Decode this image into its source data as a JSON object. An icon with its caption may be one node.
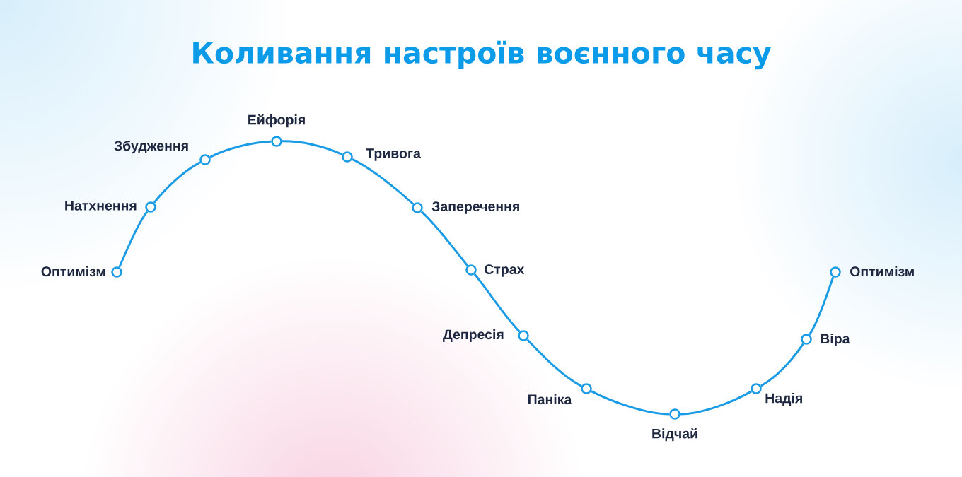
{
  "diagram": {
    "title": "Коливання настроїв воєнного часу",
    "nodes": [
      {
        "text": [],
        "shape": "circle",
        "beside": [
          "Оптимізм"
        ]
      },
      {
        "text": [],
        "shape": "circle",
        "beside": [
          "Натхнення"
        ]
      },
      {
        "text": [],
        "shape": "circle",
        "beside": [
          "Збудження"
        ]
      },
      {
        "text": [],
        "shape": "circle",
        "beside": [
          "Ейфорія"
        ]
      },
      {
        "text": [],
        "shape": "circle",
        "beside": [
          "Тривога"
        ]
      },
      {
        "text": [],
        "shape": "circle",
        "beside": [
          "Заперечення"
        ]
      },
      {
        "text": [],
        "shape": "circle",
        "beside": [
          "Страх"
        ]
      },
      {
        "text": [],
        "shape": "circle",
        "beside": [
          "Депресія"
        ]
      },
      {
        "text": [],
        "shape": "circle",
        "beside": [
          "Паніка"
        ]
      },
      {
        "text": [],
        "shape": "circle",
        "beside": [
          "Відчай"
        ]
      },
      {
        "text": [],
        "shape": "circle",
        "beside": [
          "Надія"
        ]
      },
      {
        "text": [],
        "shape": "circle",
        "beside": [
          "Віра"
        ]
      },
      {
        "text": [],
        "shape": "circle",
        "beside": [
          "Оптимізм"
        ]
      }
    ],
    "edges": [
      {
        "from": 0,
        "to": 1,
        "arrow": "none"
      },
      {
        "from": 1,
        "to": 2,
        "arrow": "none"
      },
      {
        "from": 2,
        "to": 3,
        "arrow": "none"
      },
      {
        "from": 3,
        "to": 4,
        "arrow": "none"
      },
      {
        "from": 4,
        "to": 5,
        "arrow": "none"
      },
      {
        "from": 5,
        "to": 6,
        "arrow": "none"
      },
      {
        "from": 6,
        "to": 7,
        "arrow": "none"
      },
      {
        "from": 7,
        "to": 8,
        "arrow": "none"
      },
      {
        "from": 8,
        "to": 9,
        "arrow": "none"
      },
      {
        "from": 9,
        "to": 10,
        "arrow": "none"
      },
      {
        "from": 10,
        "to": 11,
        "arrow": "none"
      },
      {
        "from": 11,
        "to": 12,
        "arrow": "none"
      }
    ]
  }
}
